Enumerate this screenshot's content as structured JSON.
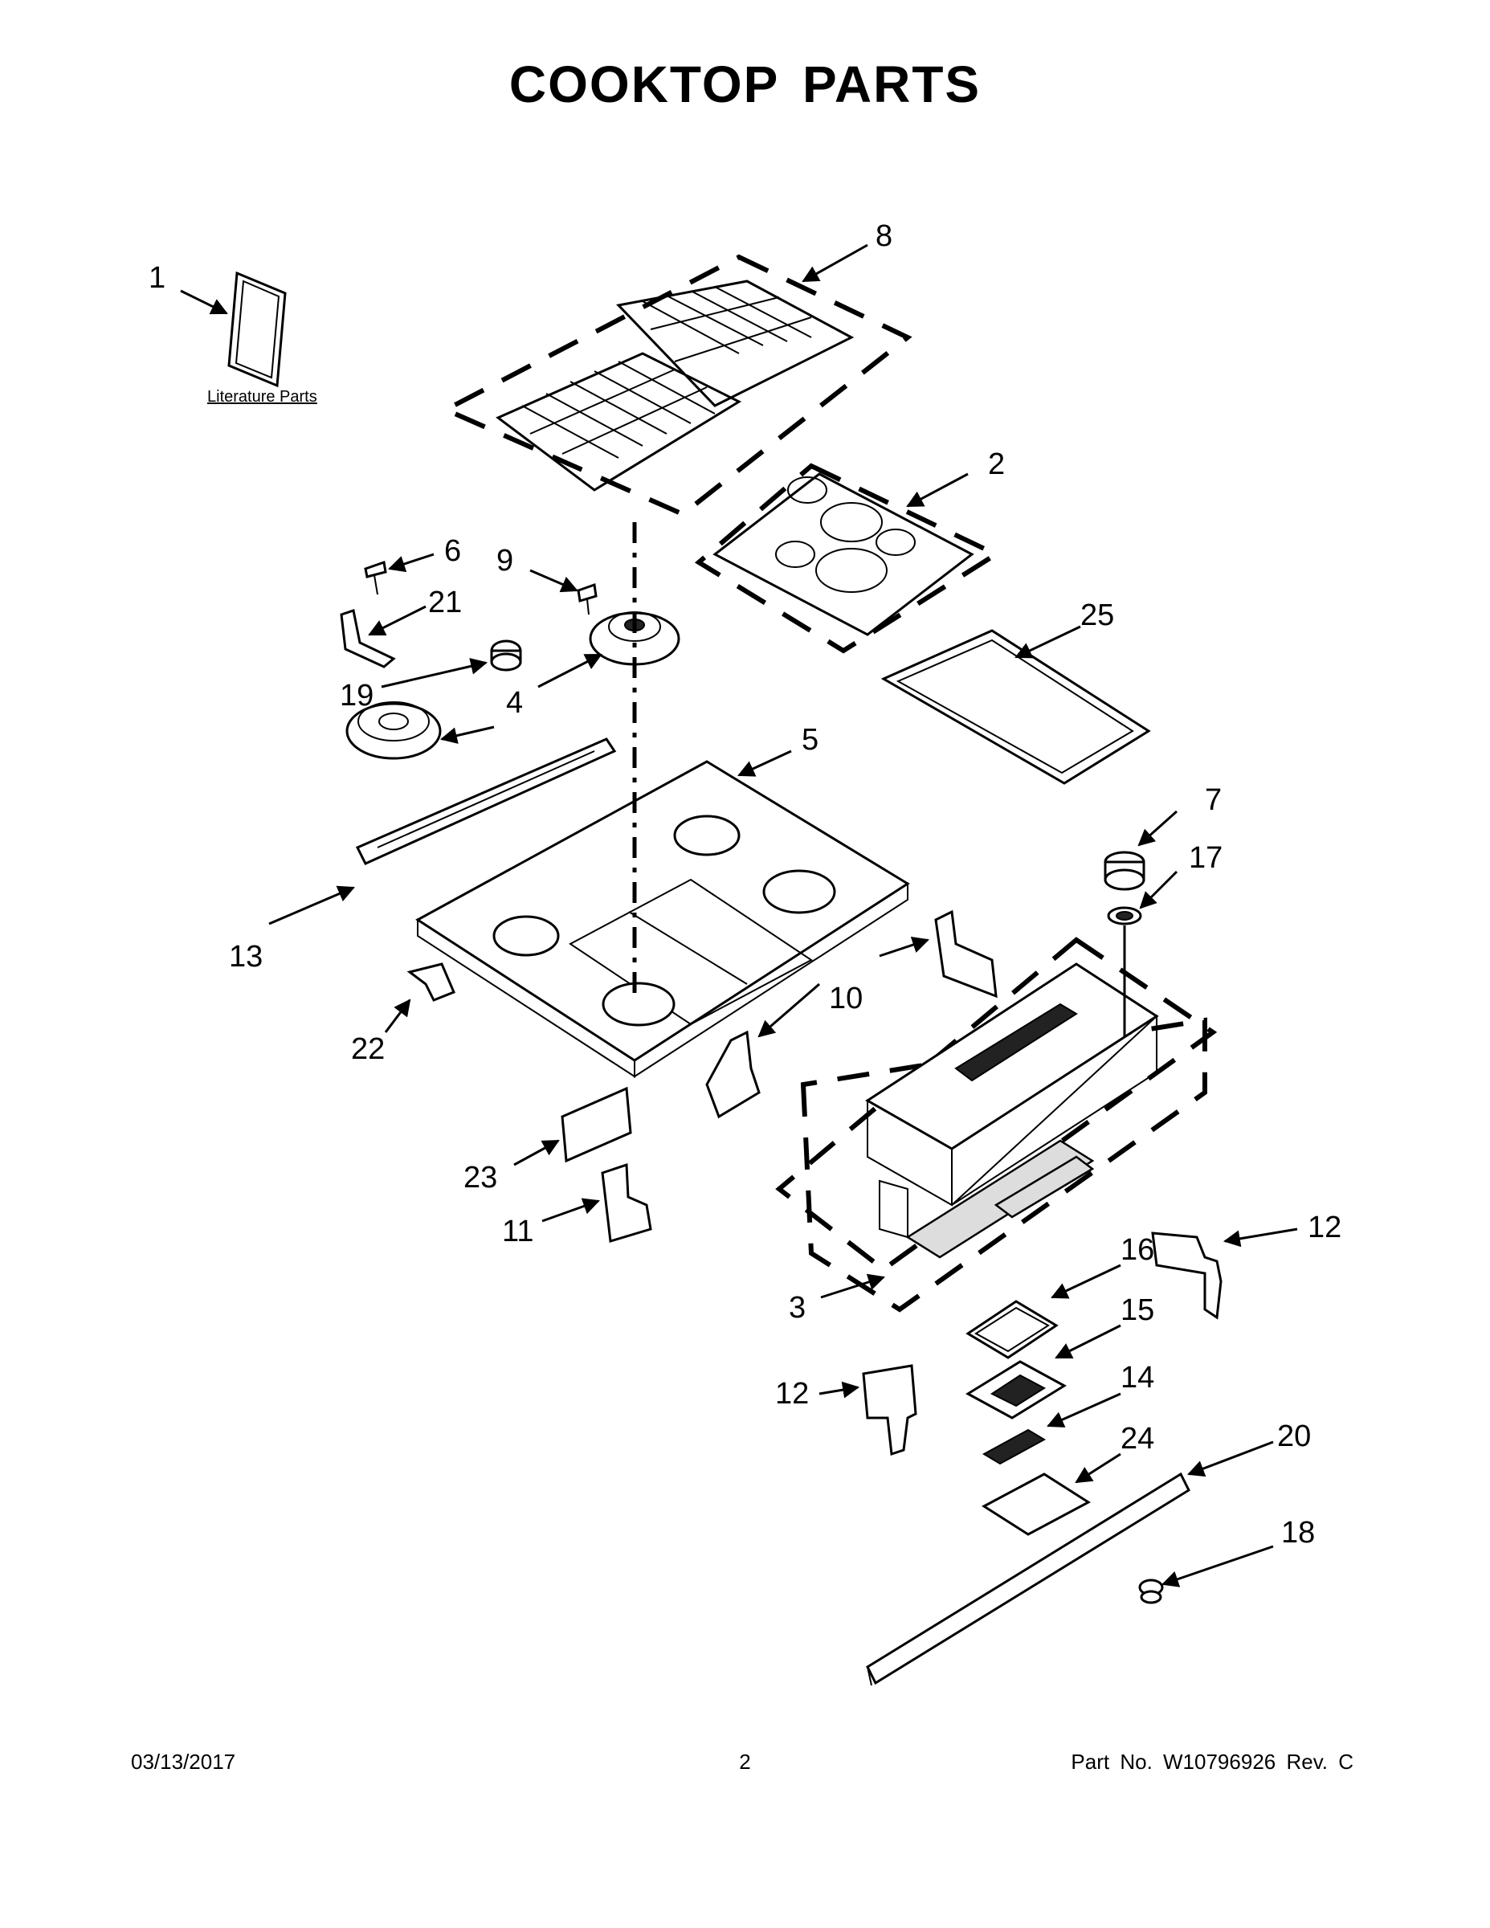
{
  "title": "COOKTOP PARTS",
  "literature_label": "Literature Parts",
  "callouts": {
    "c1": "1",
    "c2": "2",
    "c3": "3",
    "c4": "4",
    "c4b": "4",
    "c5": "5",
    "c6": "6",
    "c7": "7",
    "c8": "8",
    "c9": "9",
    "c10a": "10",
    "c10b": "10",
    "c11": "11",
    "c12a": "12",
    "c12b": "12",
    "c13": "13",
    "c14": "14",
    "c15": "15",
    "c16": "16",
    "c17": "17",
    "c18": "18",
    "c19": "19",
    "c20": "20",
    "c21": "21",
    "c22": "22",
    "c23": "23",
    "c24": "24",
    "c25": "25"
  },
  "footer": {
    "date": "03/13/2017",
    "page": "2",
    "part": "Part No.  W10796926  Rev.  C"
  }
}
